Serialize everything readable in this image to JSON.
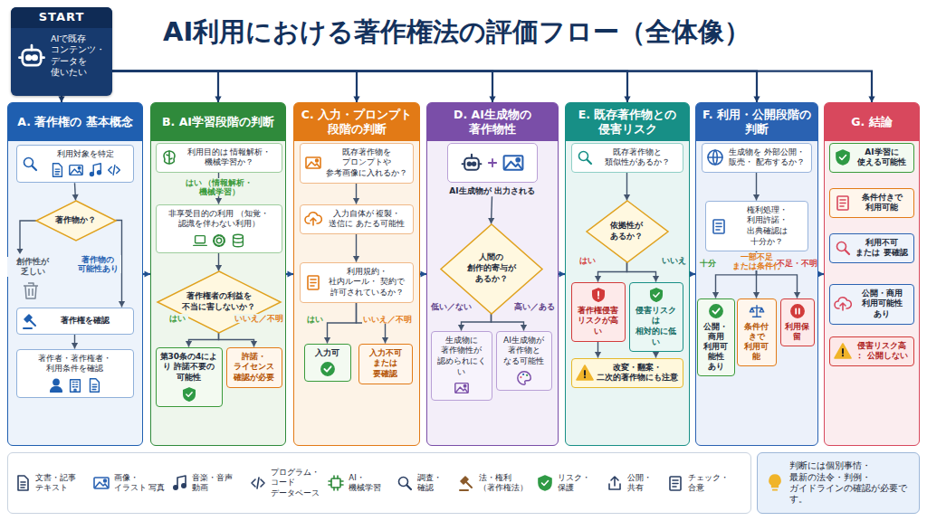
{
  "diagram": {
    "title": "AI利用における著作権法の評価フロー（全体像）",
    "nodes": [
      {
        "text": [
          "START",
          "AIで既存 コンテンツ・ データを 使いたい"
        ]
      },
      {
        "text": [
          "A. 著作権の 基本概念"
        ]
      },
      {
        "text": [
          "利用対象を特定"
        ],
        "in": 1
      },
      {
        "text": [
          "著作物か？"
        ],
        "in": 1
      },
      {
        "text": [
          "著作権を確認"
        ],
        "in": 1
      },
      {
        "text": [
          "著作者・著作権者・ 利用条件を確認"
        ],
        "in": 1
      },
      {
        "text": [
          "B. AI学習段階の判断"
        ]
      },
      {
        "text": [
          "利用目的は 情報解析・機械学習か？"
        ],
        "in": 6
      },
      {
        "text": [
          "非享受目的の利用 （知覚・認識を伴わない利用）"
        ],
        "in": 6
      },
      {
        "text": [
          "著作権者の利益を 不当に害しないか？"
        ],
        "in": 6
      },
      {
        "text": [
          "第30条の4により 許諾不要の 可能性"
        ],
        "in": 6
      },
      {
        "text": [
          "許諾・ ライセンス 確認が必要"
        ],
        "in": 6
      },
      {
        "text": [
          "C. 入力・プロンプト 段階の判断"
        ]
      },
      {
        "text": [
          "既存著作物を プロンプトや 参考画像に入れるか？"
        ],
        "in": 12
      },
      {
        "text": [
          "入力自体が 複製・送信に あたる可能性"
        ],
        "in": 12
      },
      {
        "text": [
          "利用規約・ 社内ルール・ 契約で 許可されているか？"
        ],
        "in": 12
      },
      {
        "text": [
          "入力可"
        ],
        "in": 12
      },
      {
        "text": [
          "入力不可 または 要確認"
        ],
        "in": 12
      },
      {
        "text": [
          "D. AI生成物の 著作物性"
        ]
      },
      {
        "text": [
          "AI生成物が 出力される"
        ],
        "in": 18
      },
      {
        "text": [
          "人間の 創作的寄与が あるか？"
        ],
        "in": 18
      },
      {
        "text": [
          "生成物に 著作物性が 認められにくい"
        ],
        "in": 18
      },
      {
        "text": [
          "AI生成物が 著作物と なる可能性"
        ],
        "in": 18
      },
      {
        "text": [
          "E. 既存著作物との 侵害リスク"
        ]
      },
      {
        "text": [
          "既存著作物と 類似性があるか？"
        ],
        "in": 23
      },
      {
        "text": [
          "依拠性が あるか？"
        ],
        "in": 23
      },
      {
        "text": [
          "著作権侵害 リスクが高い"
        ],
        "in": 23
      },
      {
        "text": [
          "侵害リスクは 相対的に低い"
        ],
        "in": 23
      },
      {
        "text": [
          "改変・翻案・ 二次的著作物にも注意"
        ],
        "in": 23
      },
      {
        "text": [
          "F. 利用・公開段階の 判断"
        ]
      },
      {
        "text": [
          "生成物を 外部公開・販売・ 配布するか？"
        ],
        "in": 29
      },
      {
        "text": [
          "権利処理・ 利用許諾・ 出典確認は 十分か？"
        ],
        "in": 29
      },
      {
        "text": [
          "公開・商用 利用可能性 あり"
        ],
        "in": 29
      },
      {
        "text": [
          "条件付きで 利用可能"
        ],
        "in": 29
      },
      {
        "text": [
          "利用保留"
        ],
        "in": 29
      },
      {
        "text": [
          "G. 結論"
        ]
      },
      {
        "text": [
          "AI学習に 使える可能性"
        ],
        "in": 35
      },
      {
        "text": [
          "条件付きで 利用可能"
        ],
        "in": 35
      },
      {
        "text": [
          "利用不可 または 要確認"
        ],
        "in": 35
      },
      {
        "text": [
          "公開・商用 利用可能性 あり"
        ],
        "in": 35
      },
      {
        "text": [
          "侵害リスク高： 公開しない"
        ],
        "in": 35
      },
      {
        "text": [
          "判断には個別事情・最新の法令・判例・ガイドラインの確認が必要です。"
        ]
      }
    ],
    "edges": [
      {
        "from": 0,
        "to": 1,
        "arrow": "to"
      },
      {
        "from": 0,
        "to": 6,
        "arrow": "to"
      },
      {
        "from": 0,
        "to": 12,
        "arrow": "to"
      },
      {
        "from": 0,
        "to": 18,
        "arrow": "to"
      },
      {
        "from": 0,
        "to": 23,
        "arrow": "to"
      },
      {
        "from": 0,
        "to": 29,
        "arrow": "to"
      },
      {
        "from": 0,
        "to": 35,
        "arrow": "to"
      },
      {
        "from": 1,
        "to": 6,
        "arrow": "to"
      },
      {
        "from": 6,
        "to": 12,
        "arrow": "to"
      },
      {
        "from": 12,
        "to": 18,
        "arrow": "to"
      },
      {
        "from": 18,
        "to": 23,
        "arrow": "to"
      },
      {
        "from": 23,
        "to": 29,
        "arrow": "to"
      },
      {
        "from": 29,
        "to": 35,
        "arrow": "to"
      },
      {
        "from": 2,
        "to": 3,
        "arrow": "to"
      },
      {
        "from": 3,
        "to": 4,
        "label": "著作物の 可能性あり",
        "arrow": "to"
      },
      {
        "from": 4,
        "to": 5,
        "arrow": "to"
      },
      {
        "from": 7,
        "to": 8,
        "label": "はい （情報解析・機械学習）",
        "arrow": "to"
      },
      {
        "from": 8,
        "to": 9,
        "arrow": "to"
      },
      {
        "from": 9,
        "to": 10,
        "label": "はい",
        "arrow": "to"
      },
      {
        "from": 9,
        "to": 11,
        "label": "いいえ／不明",
        "arrow": "to"
      },
      {
        "from": 13,
        "to": 14,
        "arrow": "to"
      },
      {
        "from": 14,
        "to": 15,
        "arrow": "to"
      },
      {
        "from": 15,
        "to": 16,
        "label": "はい",
        "arrow": "to"
      },
      {
        "from": 15,
        "to": 17,
        "label": "いいえ／不明",
        "arrow": "to"
      },
      {
        "from": 19,
        "to": 20,
        "arrow": "to"
      },
      {
        "from": 20,
        "to": 21,
        "label": "低い／ない",
        "arrow": "to"
      },
      {
        "from": 20,
        "to": 22,
        "label": "高い／ある",
        "arrow": "to"
      },
      {
        "from": 24,
        "to": 25,
        "arrow": "to"
      },
      {
        "from": 25,
        "to": 26,
        "label": "はい",
        "arrow": "to"
      },
      {
        "from": 25,
        "to": 27,
        "label": "いいえ",
        "arrow": "to"
      },
      {
        "from": 26,
        "to": 28,
        "arrow": "to"
      },
      {
        "from": 27,
        "to": 28,
        "arrow": "to"
      },
      {
        "from": 30,
        "to": 31,
        "arrow": "to"
      },
      {
        "from": 31,
        "to": 32,
        "label": "十分",
        "arrow": "to"
      },
      {
        "from": 31,
        "to": 33,
        "label": "一部不足 または条件付",
        "arrow": "to"
      },
      {
        "from": 31,
        "to": 34,
        "label": "不足・不明",
        "arrow": "to"
      }
    ],
    "labels": [
      "創作性が 乏しい"
    ],
    "legend": [
      {
        "text": "文書・記事 テキスト"
      },
      {
        "text": "画像・イラスト 写真"
      },
      {
        "text": "音楽・音声 動画"
      },
      {
        "text": "プログラム・コード データベース"
      },
      {
        "text": "AI・機械学習"
      },
      {
        "text": "調査・確認"
      },
      {
        "text": "法・権利 （著作権法）"
      },
      {
        "text": "リスク・保護"
      },
      {
        "text": "公開・共有"
      },
      {
        "text": "チェック・ 合意"
      }
    ]
  }
}
